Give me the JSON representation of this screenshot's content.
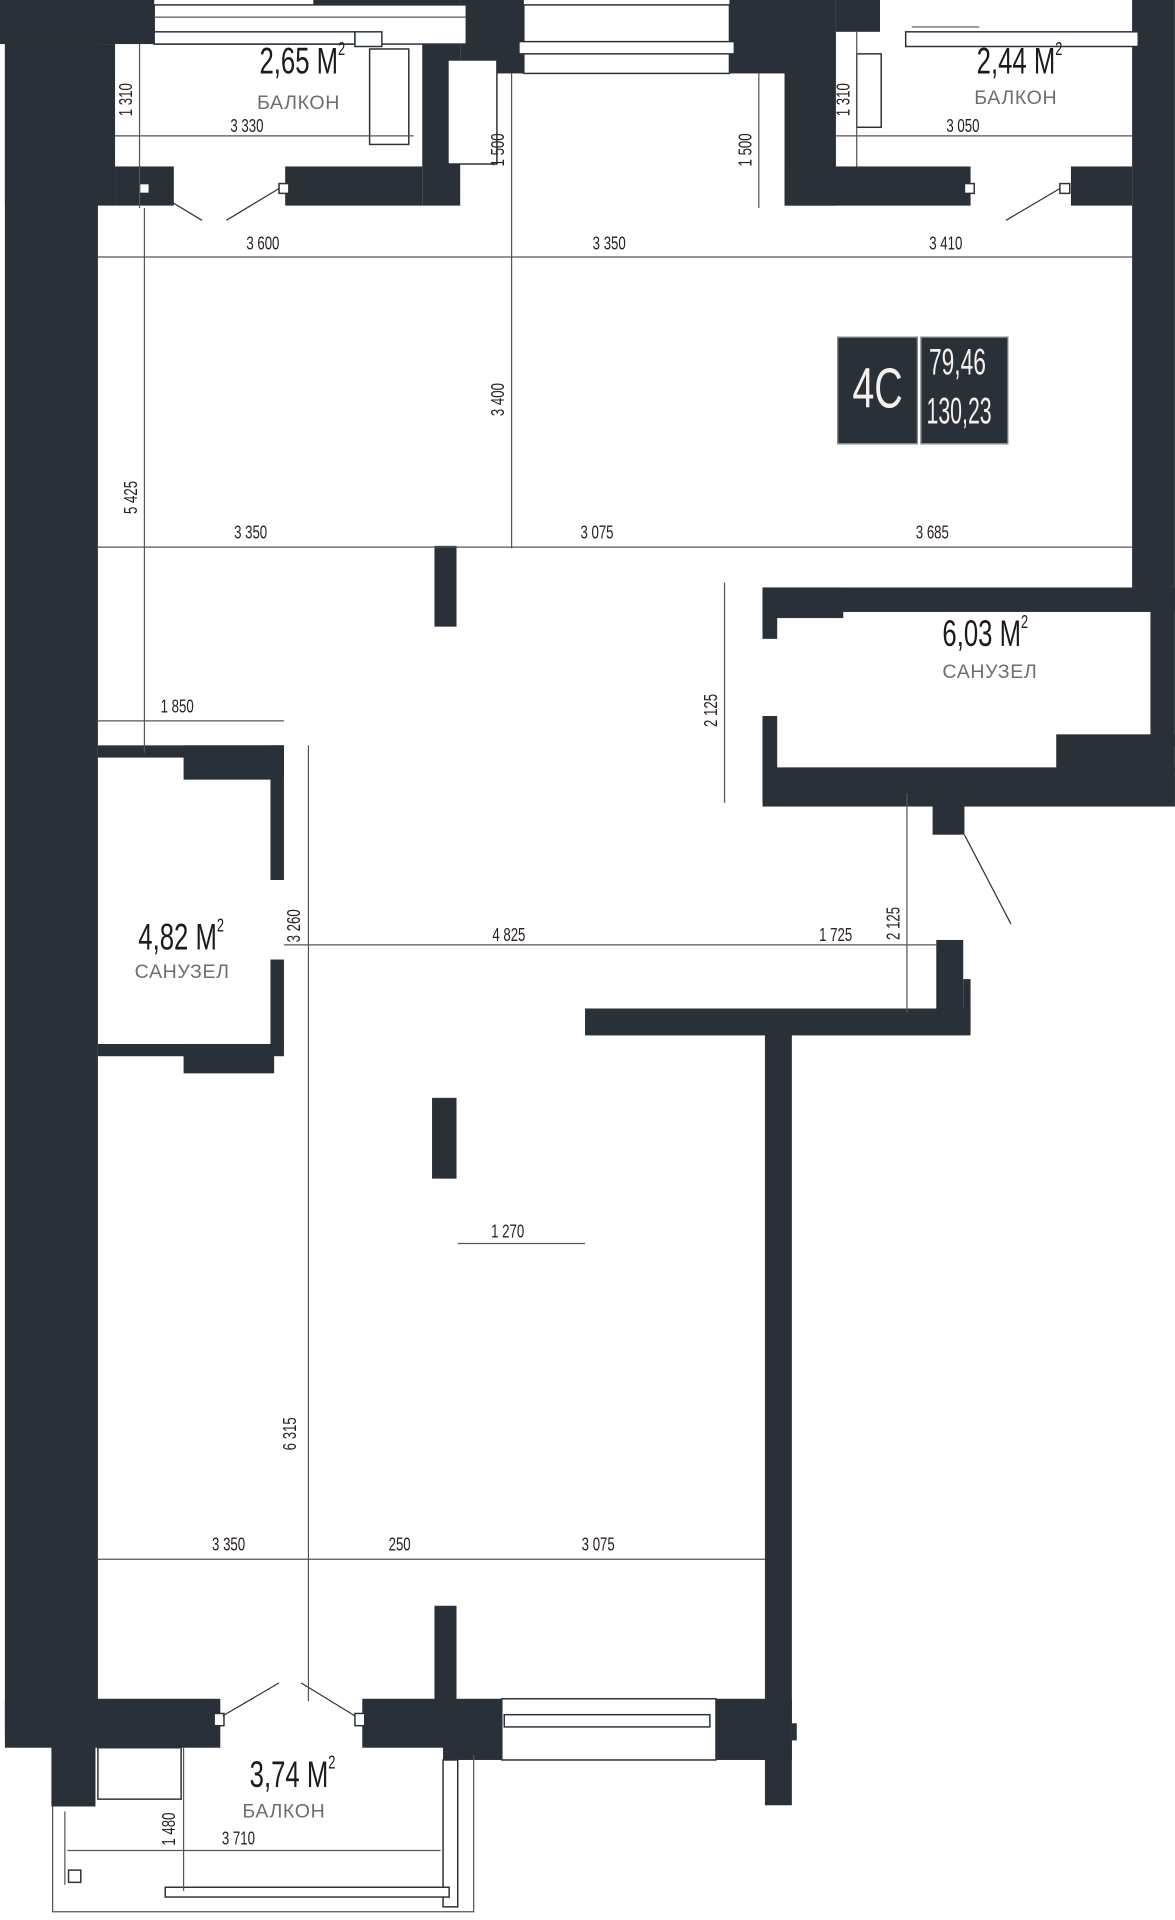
{
  "unit": {
    "type": "4С",
    "living_area": "79,46",
    "total_area": "130,23"
  },
  "rooms": [
    {
      "id": "balcony-top-left",
      "area": "2,65 М",
      "sup": "2",
      "name": "БАЛКОН"
    },
    {
      "id": "balcony-top-right",
      "area": "2,44 М",
      "sup": "2",
      "name": "БАЛКОН"
    },
    {
      "id": "bathroom-right",
      "area": "6,03 М",
      "sup": "2",
      "name": "САНУЗЕЛ"
    },
    {
      "id": "bathroom-left",
      "area": "4,82 М",
      "sup": "2",
      "name": "САНУЗЕЛ"
    },
    {
      "id": "balcony-bottom",
      "area": "3,74 М",
      "sup": "2",
      "name": "БАЛКОН"
    }
  ],
  "dimensions": {
    "bal_tl_height": "1 310",
    "bal_tl_width": "3 330",
    "bal_tr_height": "1 310",
    "bal_tr_width": "3 050",
    "win_left_depth": "1 500",
    "win_right_depth": "1 500",
    "top_row": [
      "3 600",
      "3 350",
      "3 410"
    ],
    "left_height": "5 425",
    "center_height": "3 400",
    "mid_row": [
      "3 350",
      "3 075",
      "3 685"
    ],
    "bath_right_side": "2 125",
    "corridor_left": "1 850",
    "bath_left_height": "3 260",
    "corridor_row": [
      "4 825",
      "1 725"
    ],
    "entry_height": "2 125",
    "inner_width": "1 270",
    "lower_height": "6 315",
    "bottom_row": [
      "3 350",
      "250",
      "3 075"
    ],
    "bal_bottom_height": "1 480",
    "bal_bottom_width": "3 710"
  }
}
